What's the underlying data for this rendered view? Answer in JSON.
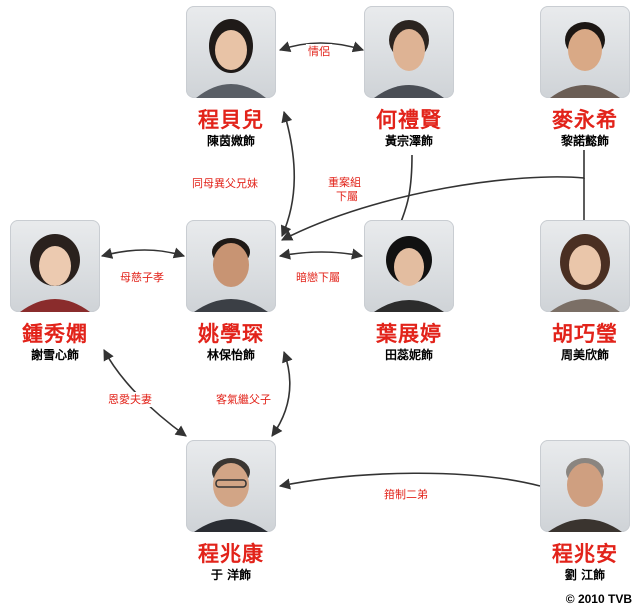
{
  "characters": {
    "cheng_pui_yi": {
      "name": "程貝兒",
      "actor": "陳茵媺飾"
    },
    "ho_lai_yin": {
      "name": "何禮賢",
      "actor": "黃宗澤飾"
    },
    "mak_wing_hei": {
      "name": "麥永希",
      "actor": "黎諾懿飾"
    },
    "chung_sau_han": {
      "name": "鍾秀嫻",
      "actor": "謝雪心飾"
    },
    "yiu_hok_sam": {
      "name": "姚學琛",
      "actor": "林保怡飾"
    },
    "yip_chin_ting": {
      "name": "葉展婷",
      "actor": "田蕊妮飾"
    },
    "wu_hau_ying": {
      "name": "胡巧瑩",
      "actor": "周美欣飾"
    },
    "cheng_siu_hong": {
      "name": "程兆康",
      "actor": "于 洋飾"
    },
    "cheng_siu_on": {
      "name": "程兆安",
      "actor": "劉 江飾"
    }
  },
  "relations": {
    "lovers": "情侶",
    "half_siblings": "同母異父兄妹",
    "serious_crimes_line1": "重案組",
    "serious_crimes_line2": "下屬",
    "mother_son": "母慈子孝",
    "secret_crush": "暗戀下屬",
    "loving_couple": "恩愛夫妻",
    "polite_stepfather": "客氣繼父子",
    "restrained_brother": "箝制二弟"
  },
  "footer": {
    "copyright": "© 2010 TVB"
  },
  "colors": {
    "name_red": "#e2231a",
    "line_dark": "#333333",
    "label_red": "#e2231a"
  }
}
